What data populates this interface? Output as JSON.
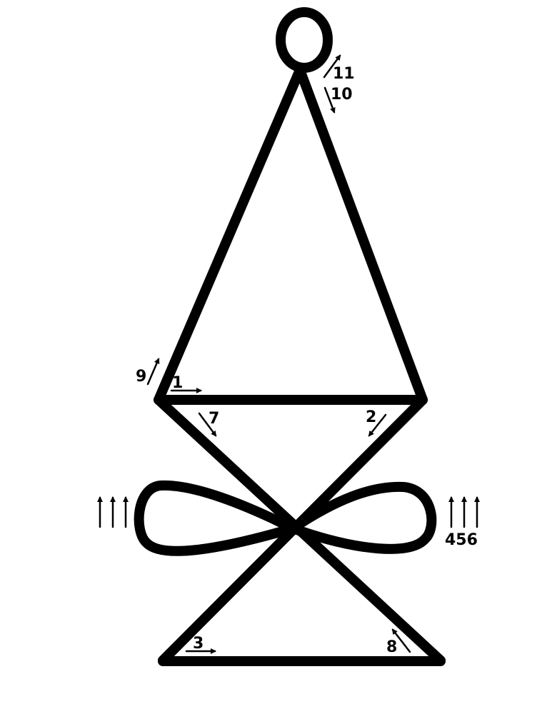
{
  "diagram": {
    "stroke_color": "#000000",
    "background_color": "#ffffff",
    "labels": {
      "l1": "1",
      "l2": "2",
      "l3": "3",
      "l456": "456",
      "l7": "7",
      "l8": "8",
      "l9": "9",
      "l10": "10",
      "l11": "11"
    }
  }
}
